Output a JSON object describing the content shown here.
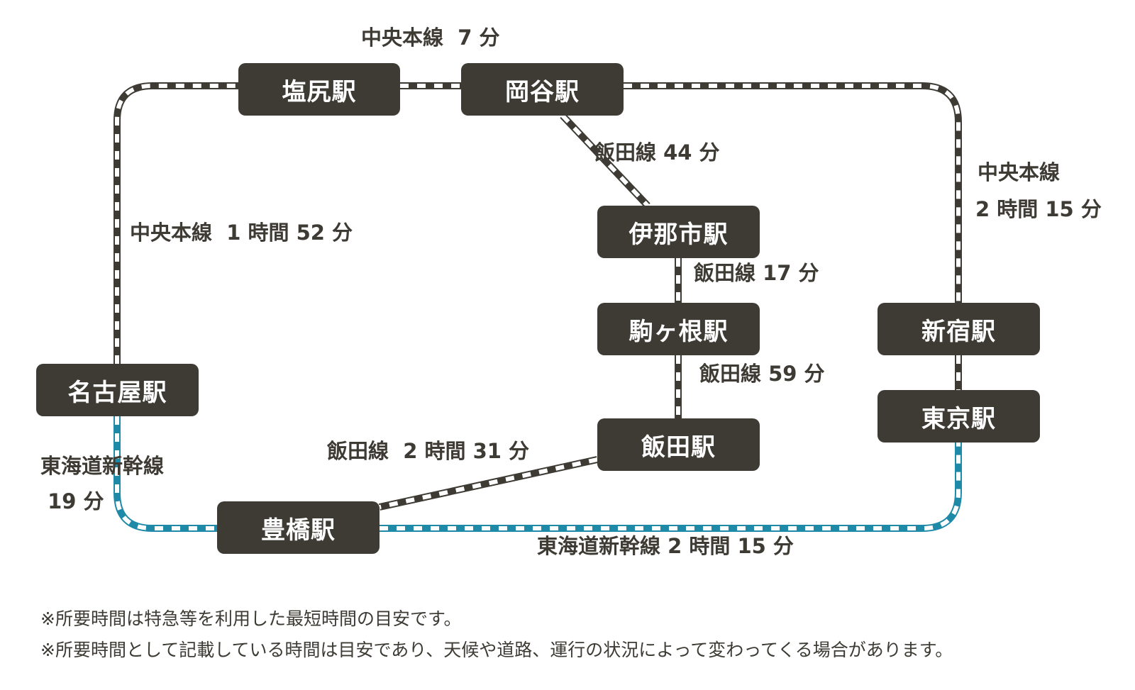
{
  "colors": {
    "station_bg": "#3d3b34",
    "station_text": "#ffffff",
    "conventional_line": "#3d3b34",
    "shinkansen_line": "#1f8aa8",
    "dash": "#ffffff",
    "text": "#3d3b34"
  },
  "stations": {
    "shiojiri": "塩尻駅",
    "okaya": "岡谷駅",
    "inashi": "伊那市駅",
    "komagane": "駒ヶ根駅",
    "iida": "飯田駅",
    "nagoya": "名古屋駅",
    "toyohashi": "豊橋駅",
    "shinjuku": "新宿駅",
    "tokyo": "東京駅"
  },
  "routes": {
    "shiojiri_okaya": "中央本線  7 分",
    "okaya_inashi": "飯田線 44 分",
    "inashi_komagane": "飯田線 17 分",
    "komagane_iida": "飯田線 59 分",
    "iida_toyohashi": "飯田線  2 時間 31 分",
    "nagoya_shiojiri": "中央本線  1 時間 52 分",
    "nagoya_toyohashi_line1": "東海道新幹線",
    "nagoya_toyohashi_line2": " 19 分",
    "toyohashi_tokyo": "東海道新幹線 2 時間 15 分",
    "okaya_shinjuku_line1": "中央本線",
    "okaya_shinjuku_line2": "2 時間 15 分"
  },
  "notes": {
    "note1": "※所要時間は特急等を利用した最短時間の目安です。",
    "note2": "※所要時間として記載している時間は目安であり、天候や道路、運行の状況によって変わってくる場合があります。"
  }
}
